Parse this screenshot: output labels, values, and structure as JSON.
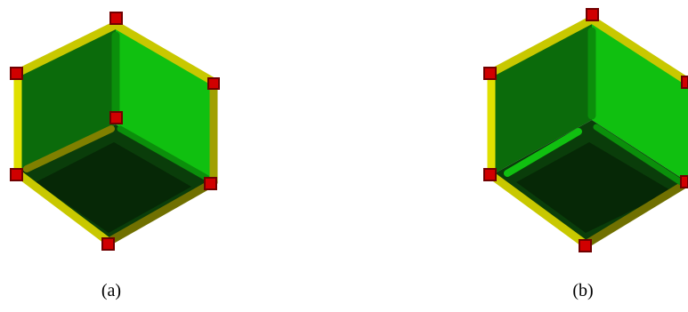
{
  "figures": [
    {
      "id": "a",
      "caption": "(a)"
    },
    {
      "id": "b",
      "caption": "(b)"
    }
  ],
  "colors": {
    "background": "#ffffff",
    "edge_yellow": "#c8c800",
    "edge_yellow_light": "#f0f000",
    "edge_yellow_dark": "#707000",
    "face_green_dark": "#0a3d0a",
    "face_green_mid": "#0b6b0b",
    "face_green_bright": "#10c010",
    "vertex_red": "#d00000",
    "vertex_red_dark": "#700000"
  },
  "icons": [
    "cube-frame-illustration",
    "vertex-cube-marker"
  ]
}
